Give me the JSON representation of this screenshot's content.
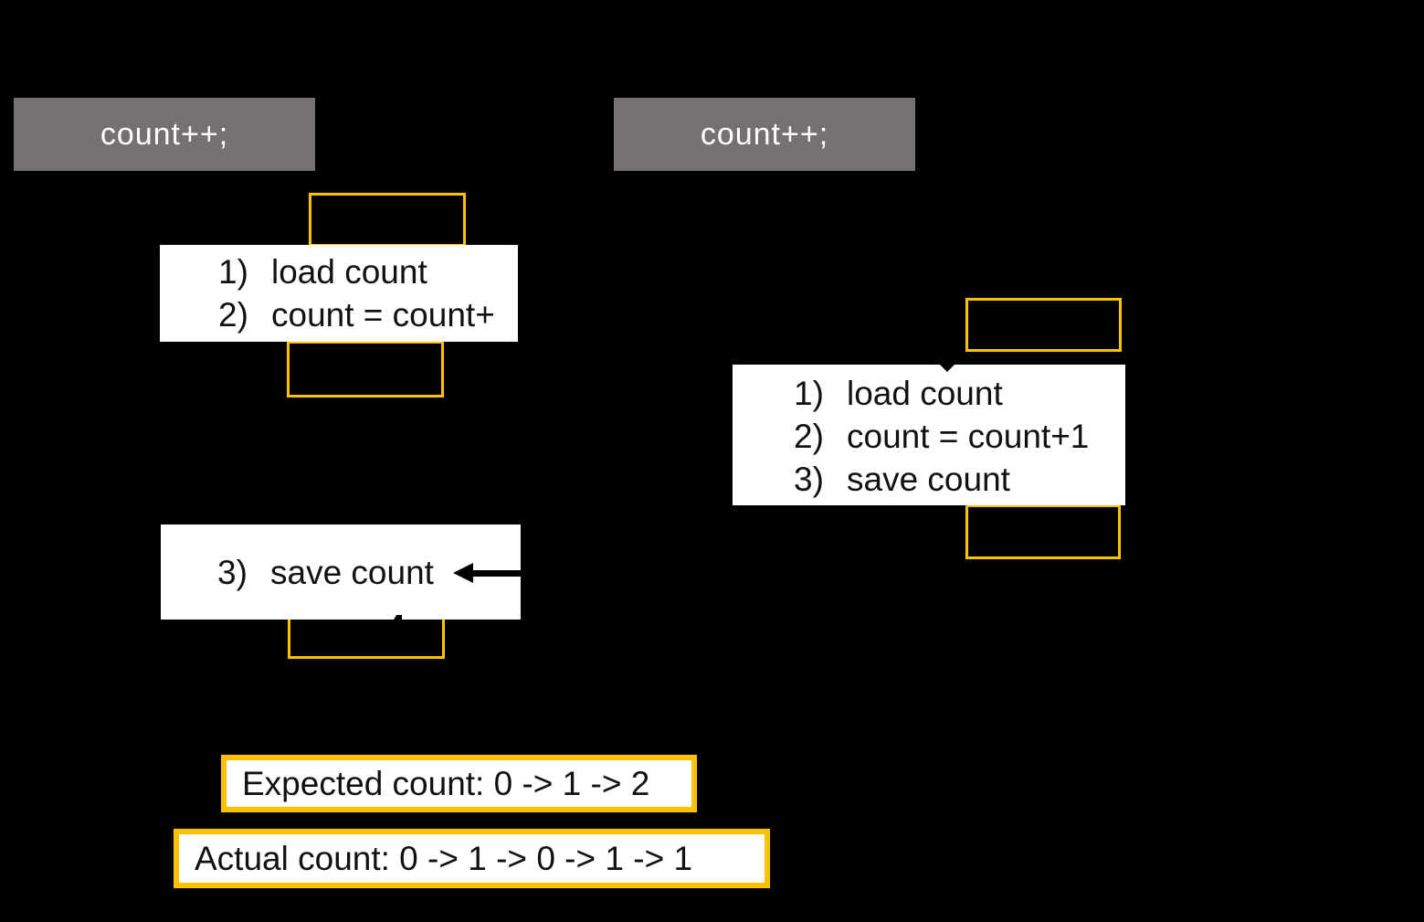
{
  "colors": {
    "background": "#000000",
    "code_box_gray": "#757170",
    "accent_orange": "#FFC000",
    "box_text_dark": "#111111",
    "code_text_light": "#FFFFFF"
  },
  "thread_left": {
    "code_label": "count++;",
    "block_top": {
      "steps": [
        {
          "num": "1)",
          "label": "load count"
        },
        {
          "num": "2)",
          "label": "count = count+"
        }
      ]
    },
    "block_bottom": {
      "steps": [
        {
          "num": "3)",
          "label": "save count"
        }
      ]
    }
  },
  "thread_right": {
    "code_label": "count++;",
    "block": {
      "steps": [
        {
          "num": "1)",
          "label": "load count"
        },
        {
          "num": "2)",
          "label": "count = count+1"
        },
        {
          "num": "3)",
          "label": "save count"
        }
      ]
    }
  },
  "results": {
    "expected": "Expected count: 0 -> 1 -> 2",
    "actual": "Actual count: 0 -> 1 -> 0 -> 1 -> 1"
  }
}
